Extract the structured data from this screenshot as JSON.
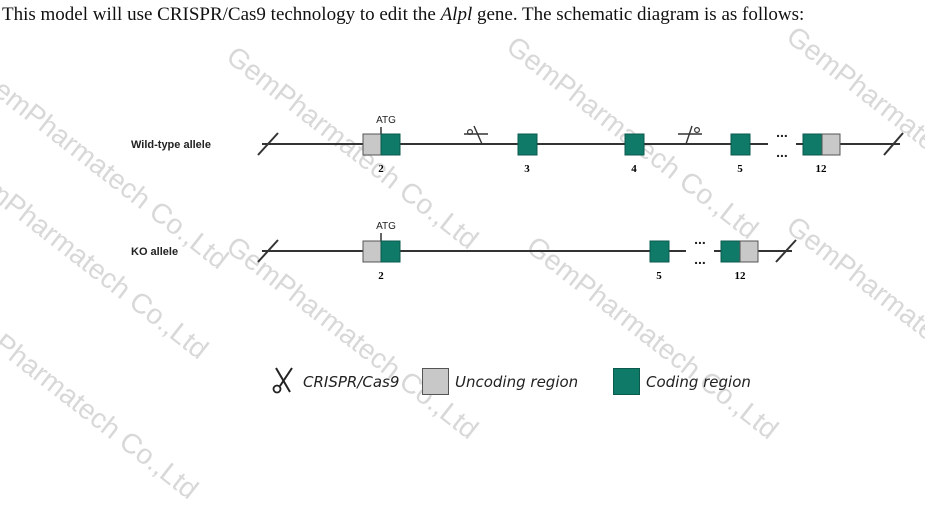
{
  "header": {
    "text_before": "This model will use CRISPR/Cas9 technology to edit the ",
    "gene": "Alpl",
    "text_after": " gene. The schematic diagram is as follows:"
  },
  "alleles": {
    "wild_type": {
      "label": "Wild-type allele",
      "atg_label": "ATG",
      "exon_labels": [
        "2",
        "3",
        "4",
        "5",
        "12"
      ],
      "ellipsis": "..."
    },
    "ko": {
      "label": "KO allele",
      "atg_label": "ATG",
      "exon_labels": [
        "2",
        "5",
        "12"
      ],
      "ellipsis": "..."
    }
  },
  "legend": {
    "crispr_label": "CRISPR/Cas9",
    "crispr_icon": "scissors-icon",
    "uncoding_label": "Uncoding region",
    "coding_label": "Coding region"
  },
  "colors": {
    "coding": "#0f7a68",
    "uncoding": "#c8c8c8",
    "line": "#333333"
  },
  "watermark": {
    "text": "GemPharmatech Co.,Ltd"
  }
}
